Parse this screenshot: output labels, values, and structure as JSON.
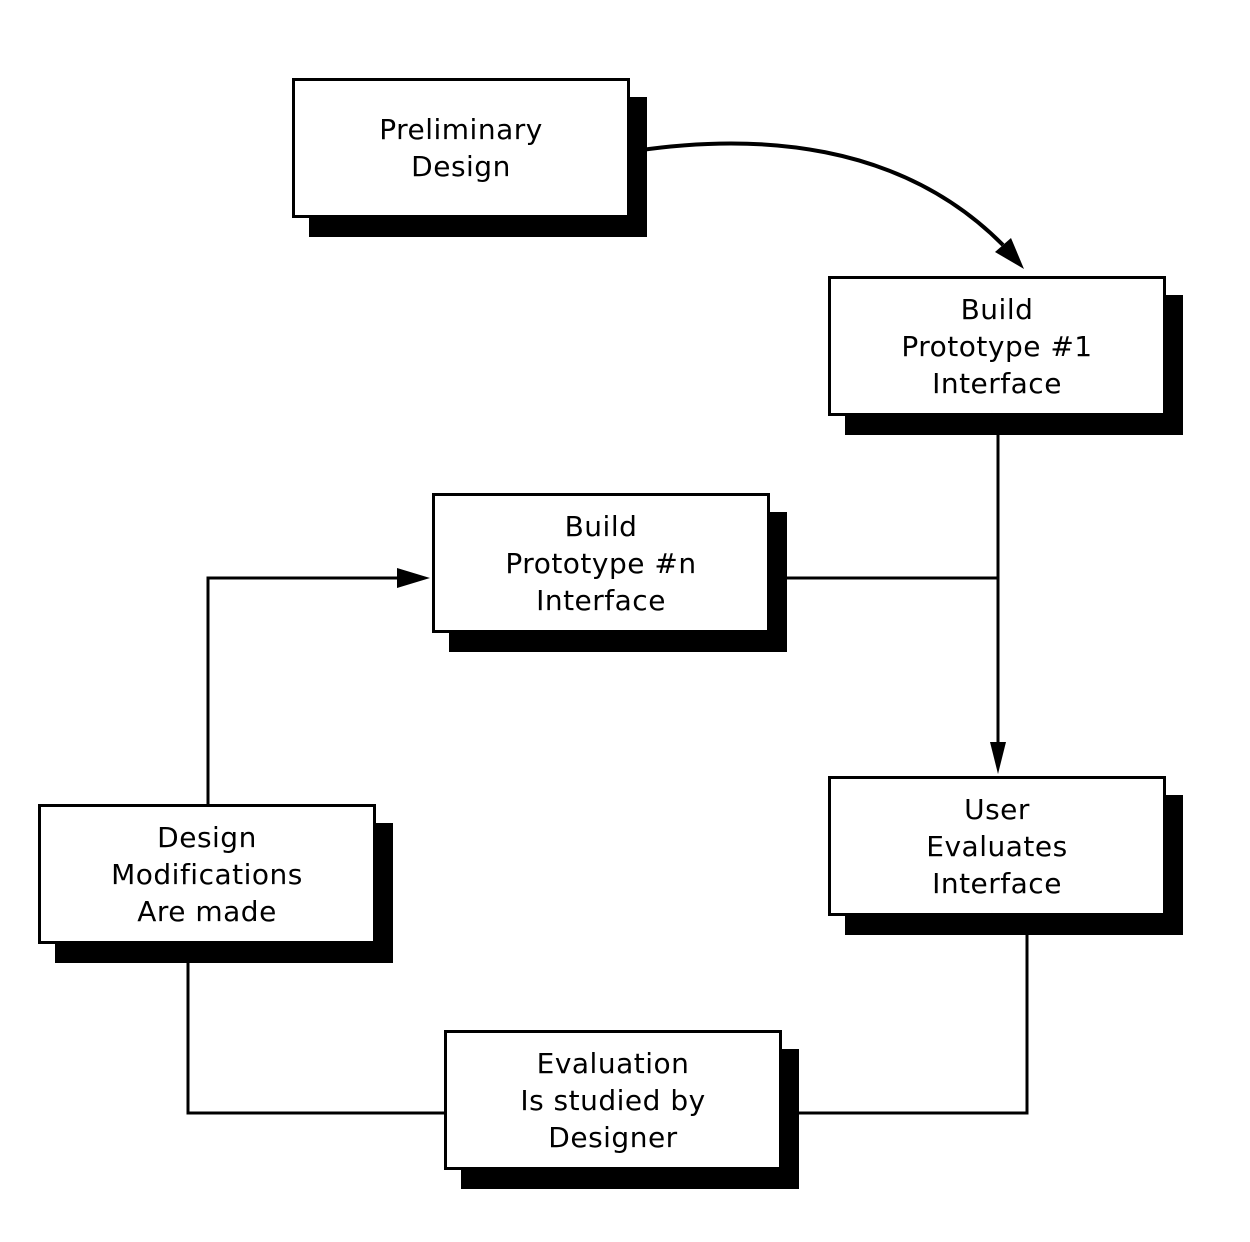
{
  "diagram": {
    "background_color": "#ffffff",
    "ink_color": "#000000",
    "nodes": [
      {
        "id": "preliminary-design",
        "lines": [
          "Preliminary",
          "Design"
        ]
      },
      {
        "id": "build-prototype-1-interface",
        "lines": [
          "Build",
          "Prototype #1",
          "Interface"
        ]
      },
      {
        "id": "build-prototype-n-interface",
        "lines": [
          "Build",
          "Prototype #n",
          "Interface"
        ]
      },
      {
        "id": "user-evaluates-interface",
        "lines": [
          "User",
          "Evaluates",
          "Interface"
        ]
      },
      {
        "id": "design-modifications-are-made",
        "lines": [
          "Design",
          "Modifications",
          "Are made"
        ]
      },
      {
        "id": "evaluation-is-studied-by-designer",
        "lines": [
          "Evaluation",
          "Is studied by",
          "Designer"
        ]
      }
    ],
    "edges": [
      {
        "from": "preliminary-design",
        "to": "build-prototype-1-interface",
        "type": "curved-arrow"
      },
      {
        "from": "build-prototype-1-interface",
        "to": "user-evaluates-interface",
        "type": "straight-arrow-down"
      },
      {
        "from": "build-prototype-n-interface",
        "to": "user-evaluates-interface",
        "type": "joins-vertical-line"
      },
      {
        "from": "user-evaluates-interface",
        "to": "evaluation-is-studied-by-designer",
        "type": "elbow-line"
      },
      {
        "from": "evaluation-is-studied-by-designer",
        "to": "design-modifications-are-made",
        "type": "elbow-line"
      },
      {
        "from": "design-modifications-are-made",
        "to": "build-prototype-n-interface",
        "type": "elbow-arrow-right"
      }
    ]
  }
}
